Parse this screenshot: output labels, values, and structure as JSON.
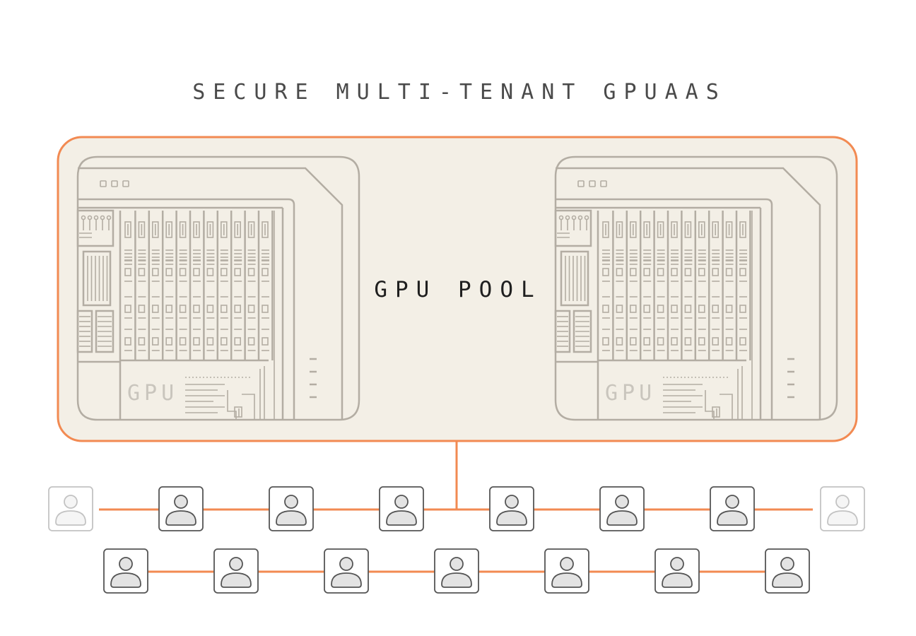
{
  "title": "SECURE MULTI-TENANT GPUAAS",
  "pool_label": "GPU POOL",
  "servers": [
    {
      "label": "GPU"
    },
    {
      "label": "GPU"
    }
  ],
  "tenants": {
    "row1_count": 8,
    "row2_count": 7,
    "faded_edges_row1": true
  },
  "colors": {
    "accent_orange": "#f28a52",
    "pool_fill": "#f3efe6",
    "hardware_stroke": "#b3ada3",
    "tenant_stroke": "#555555",
    "tenant_fill": "#e3e3e3",
    "title_text": "#4a4a4a"
  },
  "icons": {
    "server": "gpu-server-icon",
    "tenant": "user-icon"
  }
}
